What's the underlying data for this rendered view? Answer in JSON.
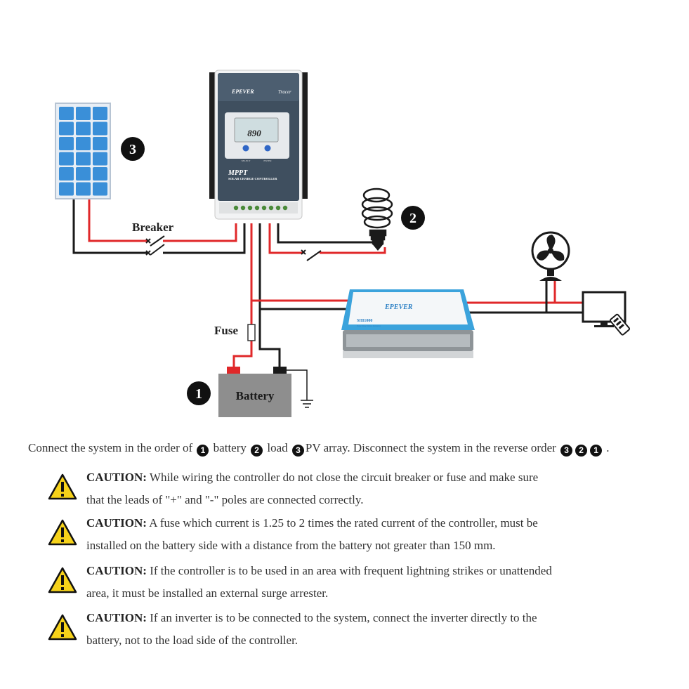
{
  "diagram": {
    "labels": {
      "breaker": "Breaker",
      "fuse": "Fuse",
      "battery": "Battery"
    },
    "controller": {
      "brand": "EPEVER",
      "model": "Tracer",
      "display_value": "890",
      "title": "MPPT",
      "subtitle": "SOLAR CHARGE CONTROLLER",
      "button_left": "SELECT",
      "button_right": "ENTER"
    },
    "inverter": {
      "brand": "EPEVER",
      "model": "SHI1000",
      "subtitle": "Pure Sine Wave Inverter"
    },
    "badges": {
      "battery": "1",
      "load": "2",
      "pv": "3"
    },
    "colors": {
      "positive": "#e0282a",
      "negative": "#1a1a1a",
      "panel": "#3a8fd8",
      "accent": "#3ba3dc"
    }
  },
  "instructions": {
    "order_prefix": "Connect the system in the order of",
    "step1": "1",
    "step1_label": "battery",
    "step2": "2",
    "step2_label": "load",
    "step3": "3",
    "step3_label": "PV array. Disconnect the system in the reverse order",
    "rev1": "3",
    "rev2": "2",
    "rev3": "1",
    "order_suffix": "."
  },
  "cautions": [
    {
      "head": "CAUTION:",
      "line1": "While wiring the controller do not close the circuit breaker or fuse and make sure",
      "line2": "that the leads of \"+\" and \"-\" poles are connected correctly."
    },
    {
      "head": "CAUTION:",
      "line1": "A fuse which current is 1.25 to 2 times the rated current of the controller, must be",
      "line2": "installed on the battery side with a distance from the battery not greater than 150 mm."
    },
    {
      "head": "CAUTION:",
      "line1": "If the controller is to be used in an area with frequent lightning strikes or unattended",
      "line2": "area, it must be installed an external surge arrester."
    },
    {
      "head": "CAUTION:",
      "line1": "If an inverter is to be connected to the system, connect the inverter directly to the",
      "line2": "battery, not to the load side of the controller."
    }
  ]
}
